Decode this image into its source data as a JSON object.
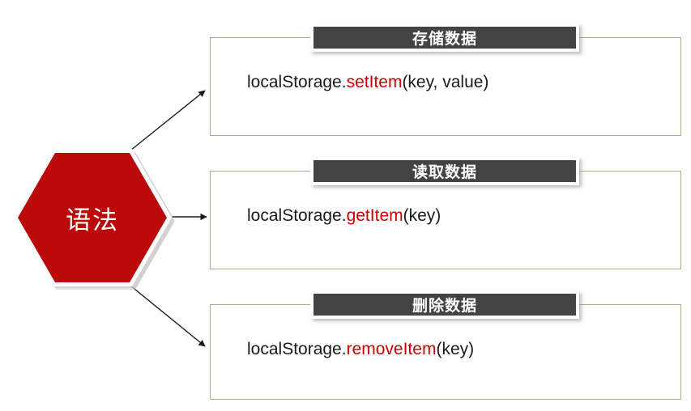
{
  "diagram": {
    "node": {
      "label": "语法"
    },
    "branches": [
      {
        "header": "存储数据",
        "code_prefix": "localStorage.",
        "code_method": "setItem",
        "code_suffix": "(key, value)"
      },
      {
        "header": "读取数据",
        "code_prefix": "localStorage.",
        "code_method": "getItem",
        "code_suffix": "(key)"
      },
      {
        "header": "删除数据",
        "code_prefix": "localStorage.",
        "code_method": "removeItem",
        "code_suffix": "(key)"
      }
    ],
    "colors": {
      "node_fill": "#bb0a0a",
      "header_fill": "#434343",
      "box_border": "#b3a986",
      "method_text": "#cc0000",
      "connector": "#1a1a1a"
    }
  }
}
